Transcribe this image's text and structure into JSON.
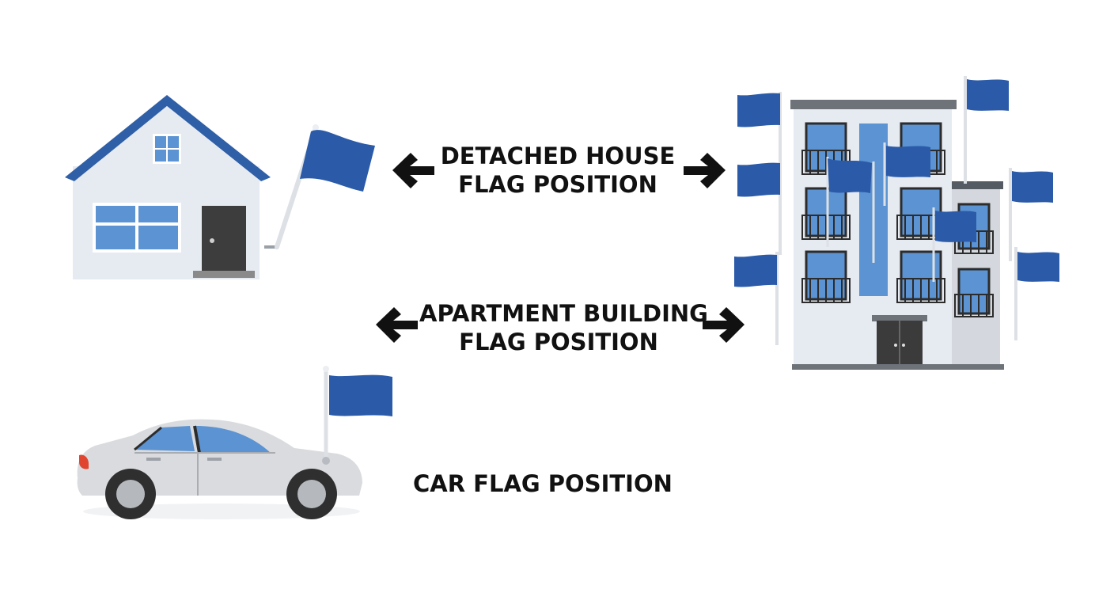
{
  "labels": {
    "house": {
      "line1": "DETACHED HOUSE",
      "line2": "FLAG POSITION"
    },
    "apartment": {
      "line1": "APARTMENT BUILDING",
      "line2": "FLAG POSITION"
    },
    "car": {
      "line1": "CAR FLAG POSITION"
    }
  },
  "colors": {
    "flag_blue": "#2a5aa8",
    "roof_blue": "#2f5fa6",
    "window_blue": "#5b93d3",
    "wall": "#e6eaf1",
    "dark": "#3b3b3b",
    "car_body": "#d9dbde",
    "arrow": "#111111"
  },
  "icons": [
    "house-icon",
    "apartment-building-icon",
    "car-icon",
    "flag-icon",
    "arrow-left-icon",
    "arrow-right-icon"
  ]
}
